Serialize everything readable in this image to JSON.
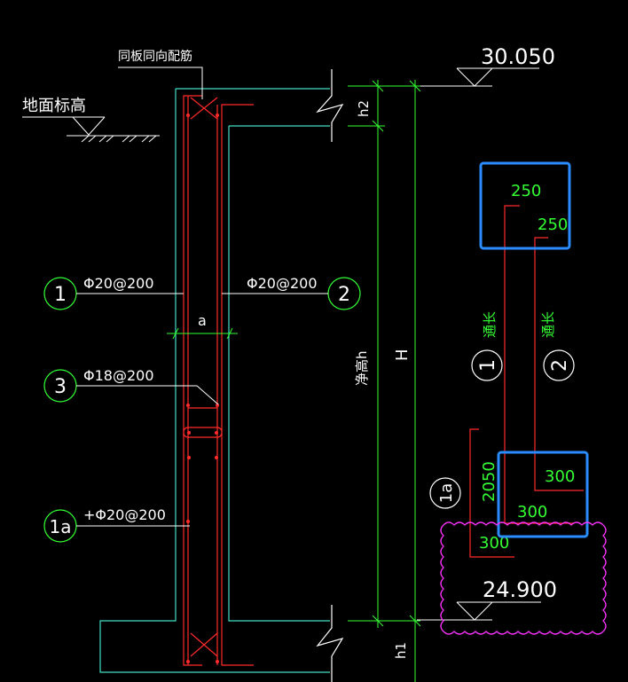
{
  "labels": {
    "ground_level": "地面标高",
    "same_side_bar": "同板同向配筋",
    "elev_top": "30.050",
    "elev_bottom": "24.900",
    "dim_h2": "h2",
    "dim_h1": "h1",
    "dim_a": "a",
    "dim_H": "H",
    "dim_clear_height": "净高h"
  },
  "bars": [
    {
      "id": "1",
      "spec": "Φ20@200"
    },
    {
      "id": "2",
      "spec": "Φ20@200"
    },
    {
      "id": "3",
      "spec": "Φ18@200"
    },
    {
      "id": "1a",
      "spec": "+Φ20@200"
    }
  ],
  "bar_shapes": {
    "bar1_label": "1",
    "bar1_tag": "通长",
    "bar2_label": "2",
    "bar2_tag": "通长",
    "bar1_hook": "250",
    "bar2_hook": "250",
    "bar2_bottom": "300",
    "bar1_bottom": "300",
    "bar1a_label": "1a",
    "bar1a_length": "2050",
    "bar1a_bottom": "300"
  },
  "colors": {
    "background": "#000000",
    "outline": "#40e0c8",
    "rebar": "#ff2a2a",
    "dimension": "#33ff33",
    "text": "#ffffff",
    "highlight": "#2a8cff",
    "revision_cloud": "#ff33ff"
  }
}
